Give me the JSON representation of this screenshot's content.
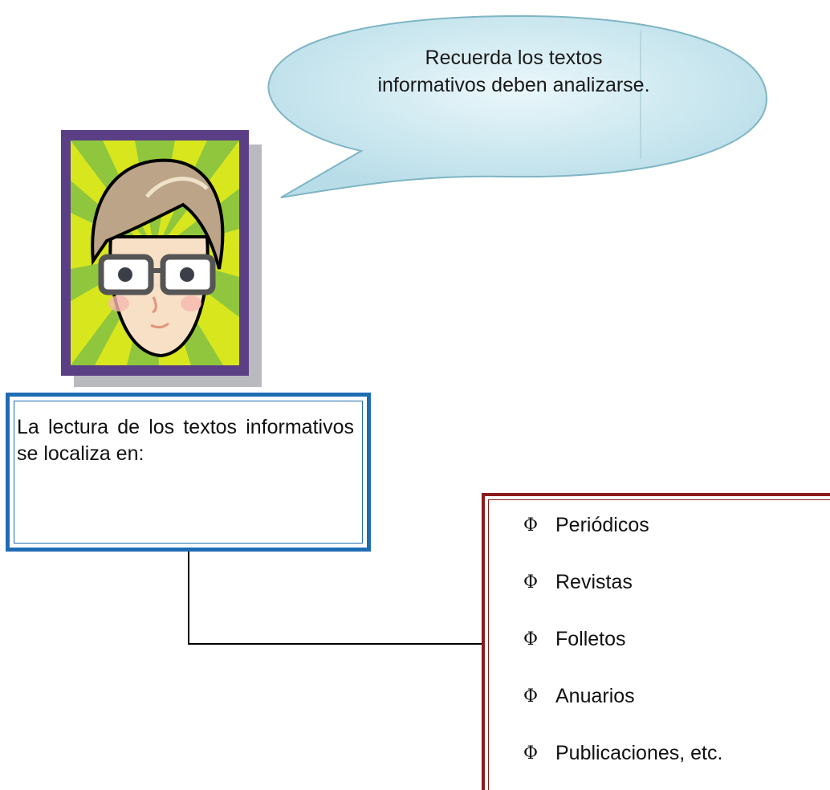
{
  "bubble": {
    "text_line1": "Recuerda los textos",
    "text_line2": "informativos deben analizarse."
  },
  "info_box": {
    "text": "La lectura de los textos informativos se localiza en:"
  },
  "list": {
    "bullet": "Φ",
    "items": [
      "Periódicos",
      "Revistas",
      "Folletos",
      "Anuarios",
      "Publicaciones, etc."
    ]
  },
  "colors": {
    "bubble_fill": "#cde9f0",
    "frame_purple": "#5a3f84",
    "info_border": "#1f6cb3",
    "list_border": "#8a1b1b"
  }
}
